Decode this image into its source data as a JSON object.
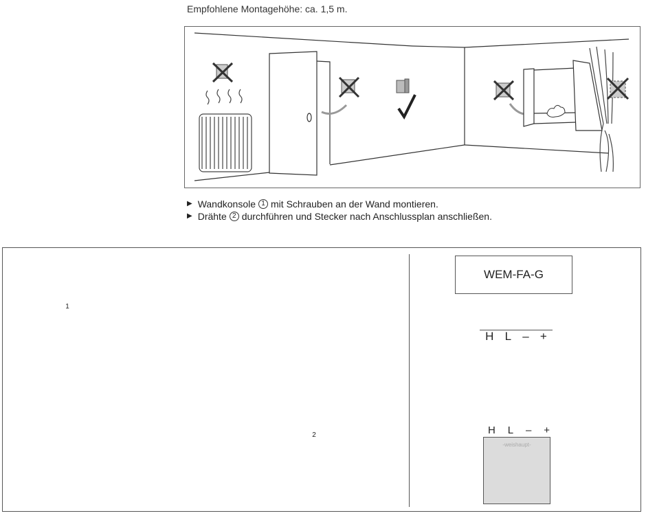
{
  "heading": "Empfohlene Montagehöhe: ca. 1,5 m.",
  "placement_illustration": {
    "description": "Room placement guidance",
    "items": [
      {
        "name": "above-radiator",
        "status": "not-allowed",
        "icon": "cross-mark-icon"
      },
      {
        "name": "behind-door",
        "status": "not-allowed",
        "icon": "cross-mark-icon"
      },
      {
        "name": "free-wall",
        "status": "allowed",
        "icon": "check-mark-icon"
      },
      {
        "name": "next-to-window",
        "status": "not-allowed",
        "icon": "cross-mark-icon"
      },
      {
        "name": "behind-curtain",
        "status": "not-allowed",
        "icon": "cross-mark-icon"
      }
    ]
  },
  "instructions": [
    {
      "bullet": "▶",
      "before": "Wandkonsole",
      "ref": "1",
      "after": "mit Schrauben an der Wand montieren."
    },
    {
      "bullet": "▶",
      "before": "Drähte",
      "ref": "2",
      "after": "durchführen und Stecker nach Anschlussplan anschließen."
    }
  ],
  "mounting_diagram": {
    "callouts": [
      "1",
      "2"
    ]
  },
  "wiring_diagram": {
    "module_label": "WEM-FA-G",
    "terminals": [
      "H",
      "L",
      "–",
      "+"
    ],
    "bus_labels": [
      "H",
      "L",
      "–",
      "+"
    ],
    "device_label": "-weishaupt-"
  }
}
